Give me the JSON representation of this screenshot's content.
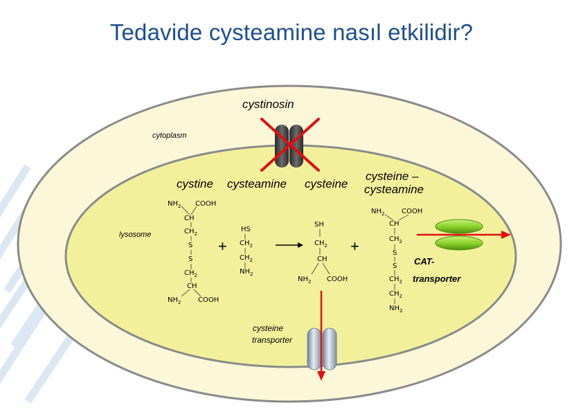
{
  "title": "Tedavide cysteamine nasıl etkilidir?",
  "compartments": {
    "outer": "cystinosin",
    "cytoplasm": "cytoplasm",
    "lysosome": "lysosome"
  },
  "molecules": {
    "cystine": "cystine",
    "cysteamine": "cysteamine",
    "cysteine": "cysteine",
    "mixed_disulfide_line1": "cysteine –",
    "mixed_disulfide_line2": "cysteamine"
  },
  "transporters": {
    "cat_line1": "CAT-",
    "cat_line2": "transporter",
    "cysteine_line1": "cysteine",
    "cysteine_line2": "transporter"
  },
  "formula": {
    "nh2": "NH",
    "cooh": "COOH",
    "ch": "CH",
    "ch2": "CH",
    "s": "S",
    "sh": "SH",
    "hs": "HS",
    "sub2": "2",
    "plus": "+"
  },
  "colors": {
    "title": "#1d4e8f",
    "cell_fill": "#fbf7d8",
    "lysosome_fill": "#f3f09c",
    "membrane_stroke": "#8a8a8a",
    "cross": "#e01010",
    "arrow": "#e01010",
    "cat_transporter": "#8dd32c",
    "cystinosin_channel": "#4a4a4a",
    "cysteine_transporter": "#8fa3b8"
  }
}
